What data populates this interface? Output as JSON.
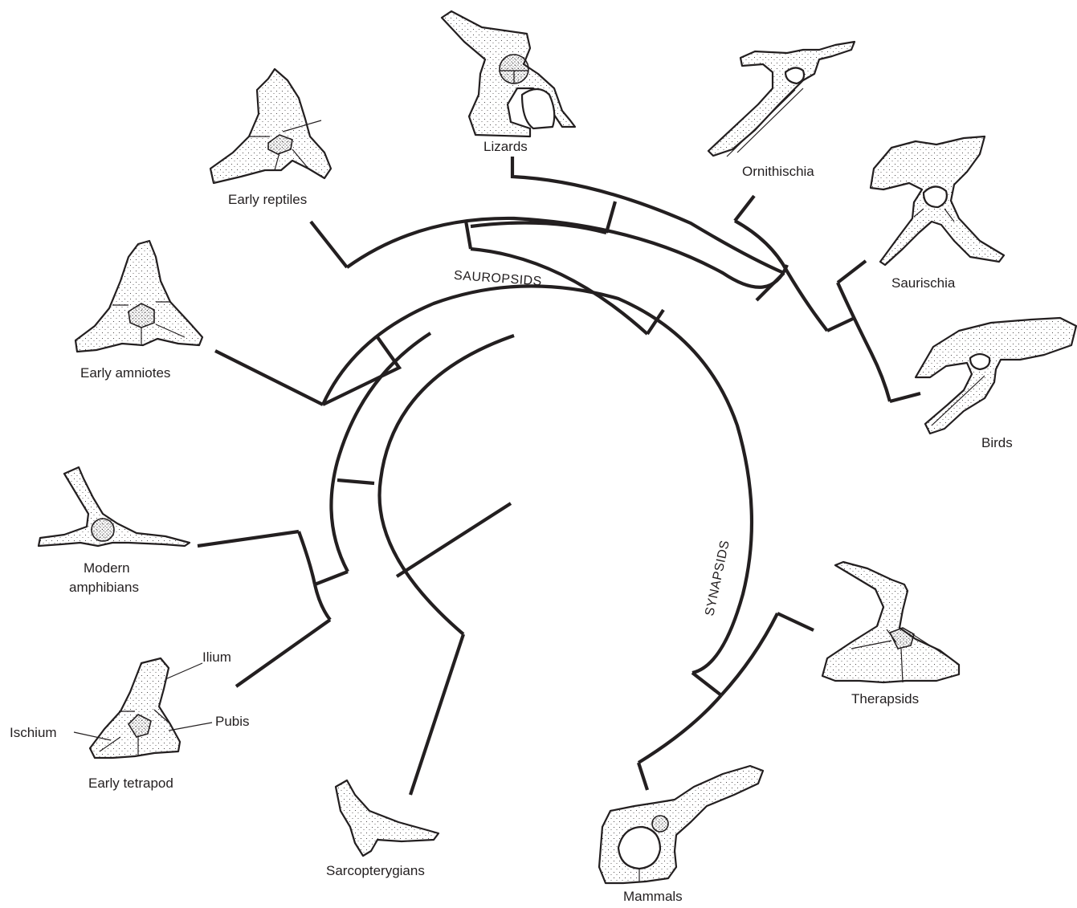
{
  "diagram": {
    "taxa": {
      "lizards": "Lizards",
      "early_reptiles": "Early reptiles",
      "ornithischia": "Ornithischia",
      "saurischia": "Saurischia",
      "birds": "Birds",
      "early_amniotes": "Early amniotes",
      "modern_amphibians_line1": "Modern",
      "modern_amphibians_line2": "amphibians",
      "early_tetrapod": "Early tetrapod",
      "therapsids": "Therapsids",
      "sarcopterygians": "Sarcopterygians",
      "mammals": "Mammals"
    },
    "clades": {
      "sauropsids": "SAUROPSIDS",
      "synapsids": "SYNAPSIDS"
    },
    "anatomy_labels": {
      "ilium": "Ilium",
      "pubis": "Pubis",
      "ischium": "Ischium"
    }
  },
  "colors": {
    "ink": "#231f20",
    "bone_fill": "#ffffff",
    "background": "#ffffff"
  }
}
